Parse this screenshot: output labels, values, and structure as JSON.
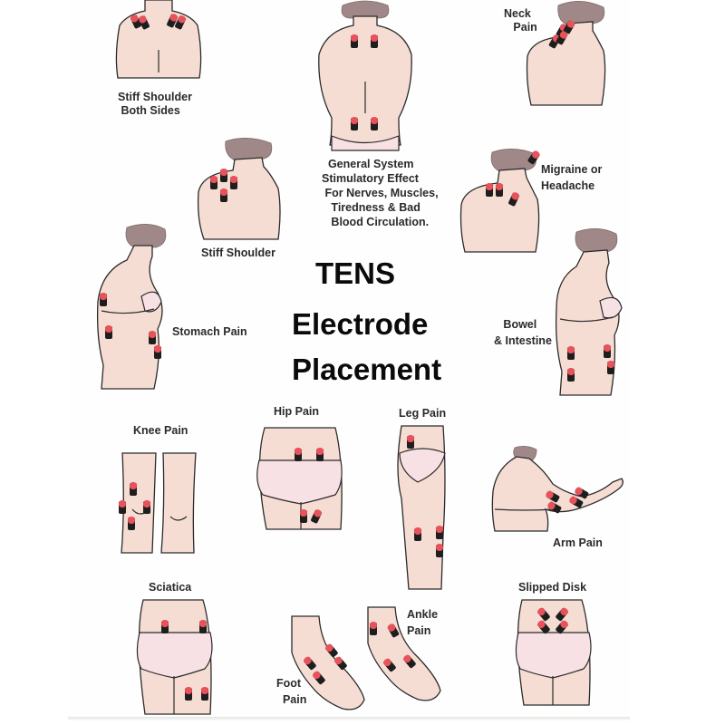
{
  "title": {
    "line1": "TENS",
    "line2": "Electrode",
    "line3": "Placement"
  },
  "colors": {
    "skin": "#f6ddd3",
    "hair": "#a08888",
    "underwear": "#f8e1e4",
    "electrode_pad": "#e8525a",
    "electrode_base": "#1e1e1e",
    "text": "#2a2a2a"
  },
  "placements": [
    {
      "id": "stiff-shoulder-both-sides",
      "label_line1": "Stiff Shoulder",
      "label_line2": "Both Sides",
      "view": "back upper torso",
      "electrodes": 4
    },
    {
      "id": "general-system",
      "label_line1": "General System",
      "label_line2": "Stimulatory Effect",
      "label_line3": "For Nerves, Muscles,",
      "label_line4": "Tiredness & Bad",
      "label_line5": "Blood Circulation.",
      "view": "full back",
      "electrodes": 4
    },
    {
      "id": "neck-pain",
      "label_line1": "Neck",
      "label_line2": "Pain",
      "view": "back upper torso, head turned",
      "electrodes": 4
    },
    {
      "id": "stiff-shoulder",
      "label_line1": "Stiff Shoulder",
      "view": "back upper torso, head turned",
      "electrodes": 4
    },
    {
      "id": "migraine",
      "label_line1": "Migraine or",
      "label_line2": "Headache",
      "view": "back upper torso, head turned",
      "electrodes": 4
    },
    {
      "id": "stomach-pain",
      "label_line1": "Stomach Pain",
      "view": "side torso",
      "electrodes": 4
    },
    {
      "id": "bowel-intestine",
      "label_line1": "Bowel",
      "label_line2": "& Intestine",
      "view": "side torso",
      "electrodes": 4
    },
    {
      "id": "knee-pain",
      "label_line1": "Knee Pain",
      "view": "front knees",
      "electrodes": 4
    },
    {
      "id": "hip-pain",
      "label_line1": "Hip Pain",
      "view": "back hips",
      "electrodes": 4
    },
    {
      "id": "leg-pain",
      "label_line1": "Leg Pain",
      "view": "side leg",
      "electrodes": 4
    },
    {
      "id": "arm-pain",
      "label_line1": "Arm Pain",
      "view": "side torso, arm extended",
      "electrodes": 4
    },
    {
      "id": "sciatica",
      "label_line1": "Sciatica",
      "view": "back hips",
      "electrodes": 4
    },
    {
      "id": "foot-pain",
      "label_line1": "Foot",
      "label_line2": "Pain",
      "view": "top of foot",
      "electrodes": 4
    },
    {
      "id": "ankle-pain",
      "label_line1": "Ankle",
      "label_line2": "Pain",
      "view": "top of foot",
      "electrodes": 4
    },
    {
      "id": "slipped-disk",
      "label_line1": "Slipped Disk",
      "view": "back hips",
      "electrodes": 4
    }
  ]
}
